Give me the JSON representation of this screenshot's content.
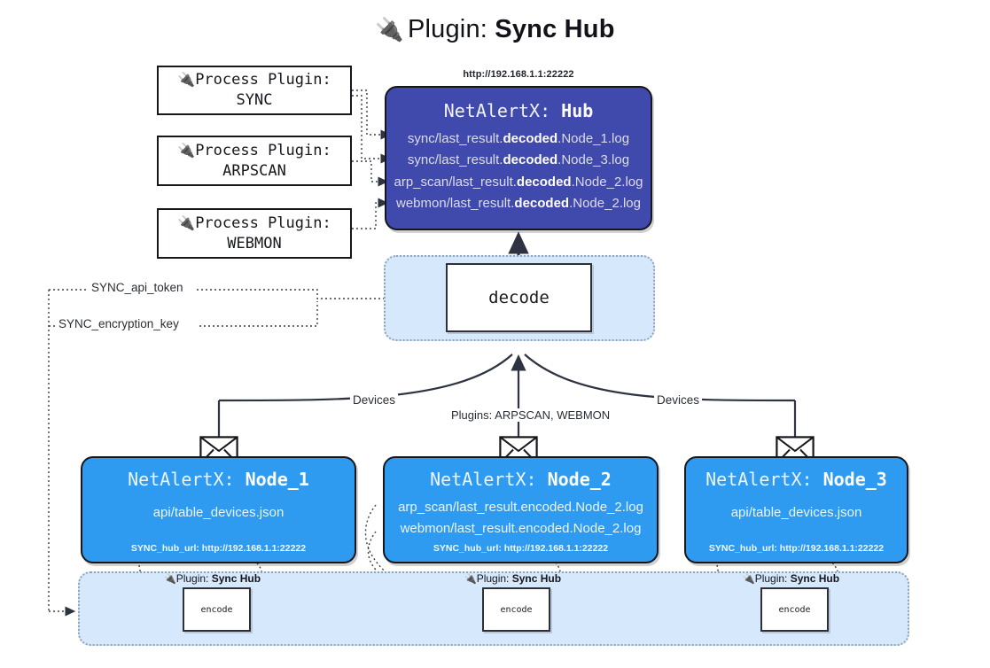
{
  "title": {
    "icon": "plug-icon",
    "glyph": "🔌",
    "prefix": "Plugin: ",
    "name": "Sync Hub"
  },
  "process_plugins": [
    {
      "glyph": "🔌",
      "line1": "Process Plugin:",
      "line2": "SYNC"
    },
    {
      "glyph": "🔌",
      "line1": "Process Plugin:",
      "line2": "ARPSCAN"
    },
    {
      "glyph": "🔌",
      "line1": "Process Plugin:",
      "line2": "WEBMON"
    }
  ],
  "hub": {
    "url": "http://192.168.1.1:22222",
    "title_prefix": "NetAlertX: ",
    "title_name": "Hub",
    "logs": [
      {
        "pre": "sync/last_result.",
        "mid": "decoded",
        "post": ".Node_1.log"
      },
      {
        "pre": "sync/last_result.",
        "mid": "decoded",
        "post": ".Node_3.log"
      },
      {
        "pre": "arp_scan/last_result.",
        "mid": "decoded",
        "post": ".Node_2.log"
      },
      {
        "pre": "webmon/last_result.",
        "mid": "decoded",
        "post": ".Node_2.log"
      }
    ]
  },
  "decode": {
    "label": "decode"
  },
  "secrets": [
    {
      "label": "SYNC_api_token"
    },
    {
      "label": "SYNC_encryption_key"
    }
  ],
  "edge_labels": {
    "devices_left": "Devices",
    "devices_right": "Devices",
    "plugins_center": "Plugins: ARPSCAN, WEBMON"
  },
  "nodes": [
    {
      "title_prefix": "NetAlertX: ",
      "title_name": "Node_1",
      "lines": [
        "api/table_devices.json"
      ],
      "footer": "SYNC_hub_url: http://192.168.1.1:22222",
      "icon": "envelope-icon"
    },
    {
      "title_prefix": "NetAlertX: ",
      "title_name": "Node_2",
      "lines": [
        "arp_scan/last_result.encoded.Node_2.log",
        "webmon/last_result.encoded.Node_2.log"
      ],
      "footer": "SYNC_hub_url: http://192.168.1.1:22222",
      "icon": "envelope-icon"
    },
    {
      "title_prefix": "NetAlertX: ",
      "title_name": "Node_3",
      "lines": [
        "api/table_devices.json"
      ],
      "footer": "SYNC_hub_url: http://192.168.1.1:22222",
      "icon": "envelope-icon"
    }
  ],
  "encoders": [
    {
      "glyph": "🔌",
      "caption_prefix": "Plugin: ",
      "caption_name": "Sync Hub",
      "label": "encode"
    },
    {
      "glyph": "🔌",
      "caption_prefix": "Plugin: ",
      "caption_name": "Sync Hub",
      "label": "encode"
    },
    {
      "glyph": "🔌",
      "caption_prefix": "Plugin: ",
      "caption_name": "Sync Hub",
      "label": "encode"
    }
  ],
  "colors": {
    "hub": "#4049AC",
    "node": "#2F9BF0",
    "container": "#D6E8FB",
    "stroke": "#15171C",
    "background": "#FFFFFF"
  }
}
